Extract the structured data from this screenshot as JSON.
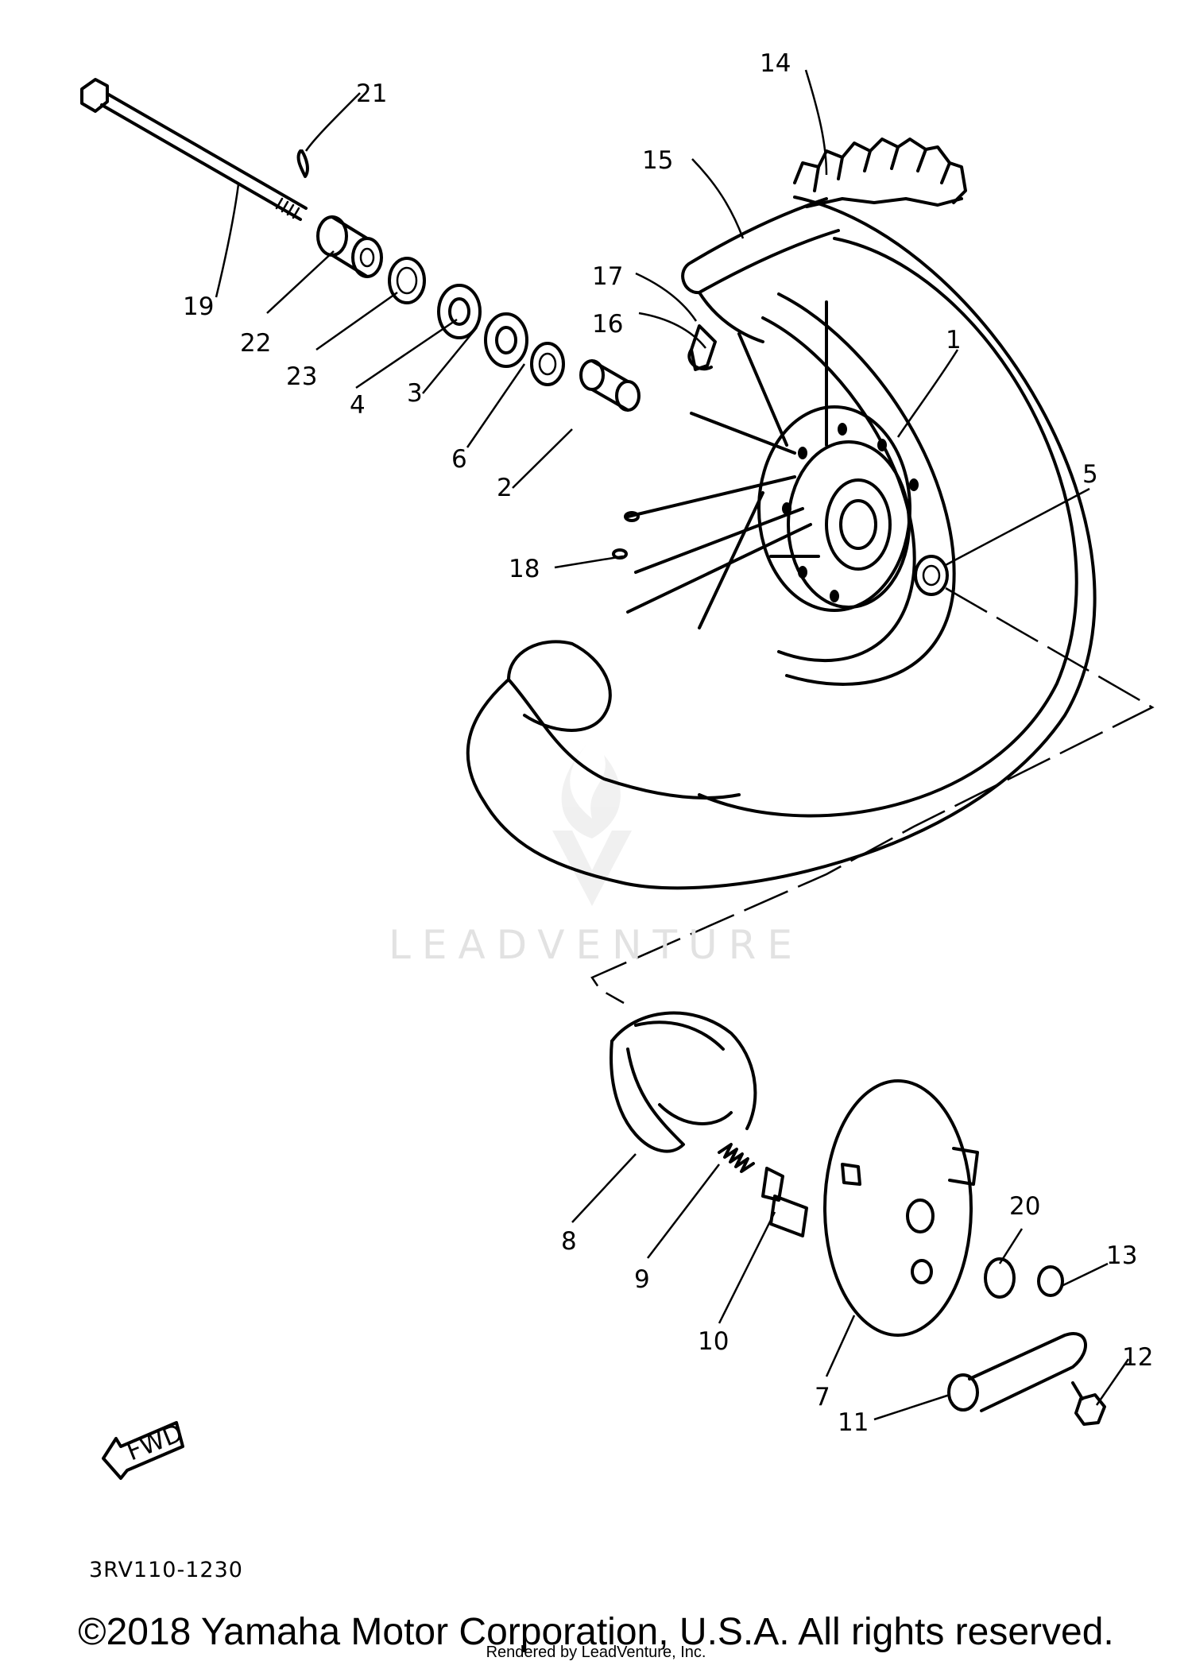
{
  "diagram": {
    "code": "3RV110-1230",
    "fwd_label": "FWD",
    "callouts": [
      "1",
      "2",
      "3",
      "4",
      "5",
      "6",
      "7",
      "8",
      "9",
      "10",
      "11",
      "12",
      "13",
      "14",
      "15",
      "16",
      "17",
      "18",
      "19",
      "20",
      "21",
      "22",
      "23"
    ]
  },
  "watermark": "LEADVENTURE",
  "footer": {
    "copyright": "©2018 Yamaha Motor Corporation, U.S.A. All rights reserved.",
    "rendered_by": "Rendered by LeadVenture, Inc."
  }
}
